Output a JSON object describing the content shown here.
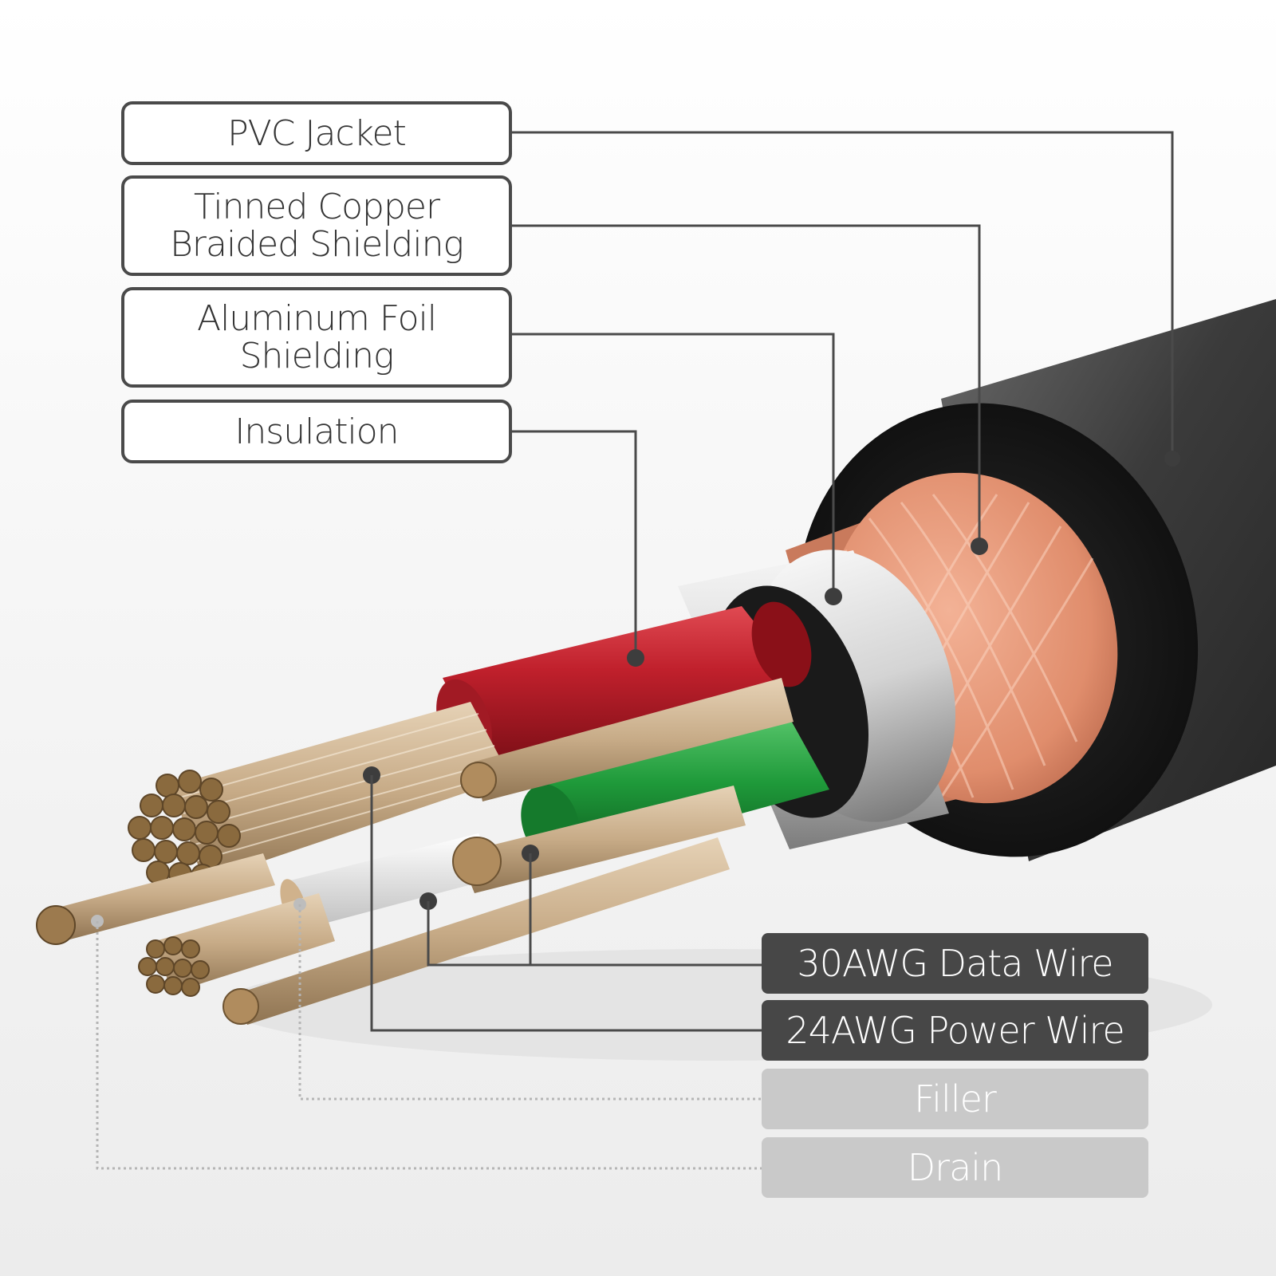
{
  "colors": {
    "jacket": "#3f3f3f",
    "jacket_end": "#161616",
    "braid": "#e8997c",
    "foil": "#d8d8d8",
    "insulation_red": "#c0202c",
    "insulation_green": "#1f9a3a",
    "strands": "#c7ab87",
    "connector": "#2b2b2b"
  },
  "labels_top": [
    {
      "lines": [
        "PVC Jacket"
      ],
      "points_to": "pvc-jacket"
    },
    {
      "lines": [
        "Tinned Copper",
        "Braided Shielding"
      ],
      "points_to": "braided-shielding"
    },
    {
      "lines": [
        "Aluminum Foil",
        "Shielding"
      ],
      "points_to": "foil-shielding"
    },
    {
      "lines": [
        "Insulation"
      ],
      "points_to": "insulation"
    }
  ],
  "labels_bottom": [
    {
      "text": "30AWG Data Wire",
      "style": "dark"
    },
    {
      "text": "24AWG Power Wire",
      "style": "dark"
    },
    {
      "text": "Filler",
      "style": "light"
    },
    {
      "text": "Drain",
      "style": "light"
    }
  ]
}
